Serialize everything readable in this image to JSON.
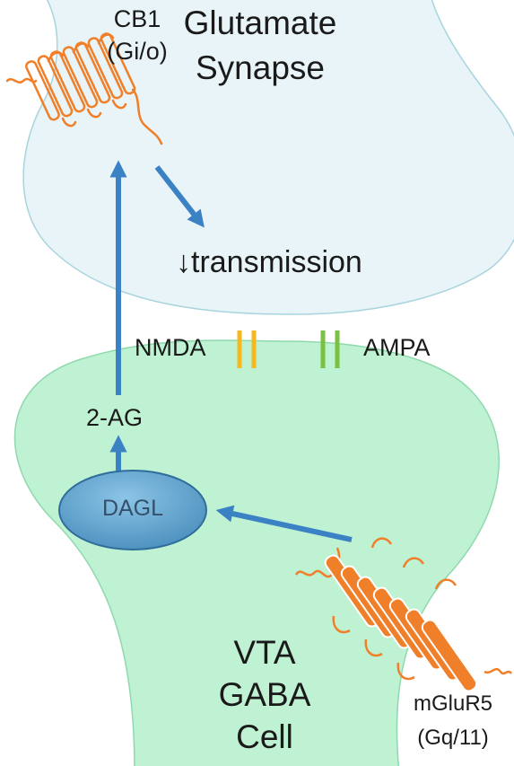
{
  "presynaptic": {
    "title_line1": "Glutamate",
    "title_line2": "Synapse",
    "receptor_name": "CB1",
    "receptor_protein": "(Gi/o)",
    "effect": "↓transmission"
  },
  "postsynaptic": {
    "label_line1": "VTA",
    "label_line2": "GABA",
    "label_line3": "Cell",
    "enzyme": "DAGL",
    "messenger": "2-AG",
    "receptor_name": "mGluR5",
    "receptor_protein": "(Gq/11)"
  },
  "channels": [
    {
      "name": "NMDA",
      "color": "#f6b81e"
    },
    {
      "name": "AMPA",
      "color": "#7ac143"
    }
  ],
  "colors": {
    "presynaptic_fill": "#e8f4f7",
    "presynaptic_stroke": "#a8d4dd",
    "postsynaptic_fill": "#bff2d2",
    "postsynaptic_stroke": "#8fd9ad",
    "arrow": "#3b82c4",
    "cb1": "#f07f2a",
    "mglur5": "#f07f2a",
    "dagl_fill": "#5b9fc9"
  }
}
